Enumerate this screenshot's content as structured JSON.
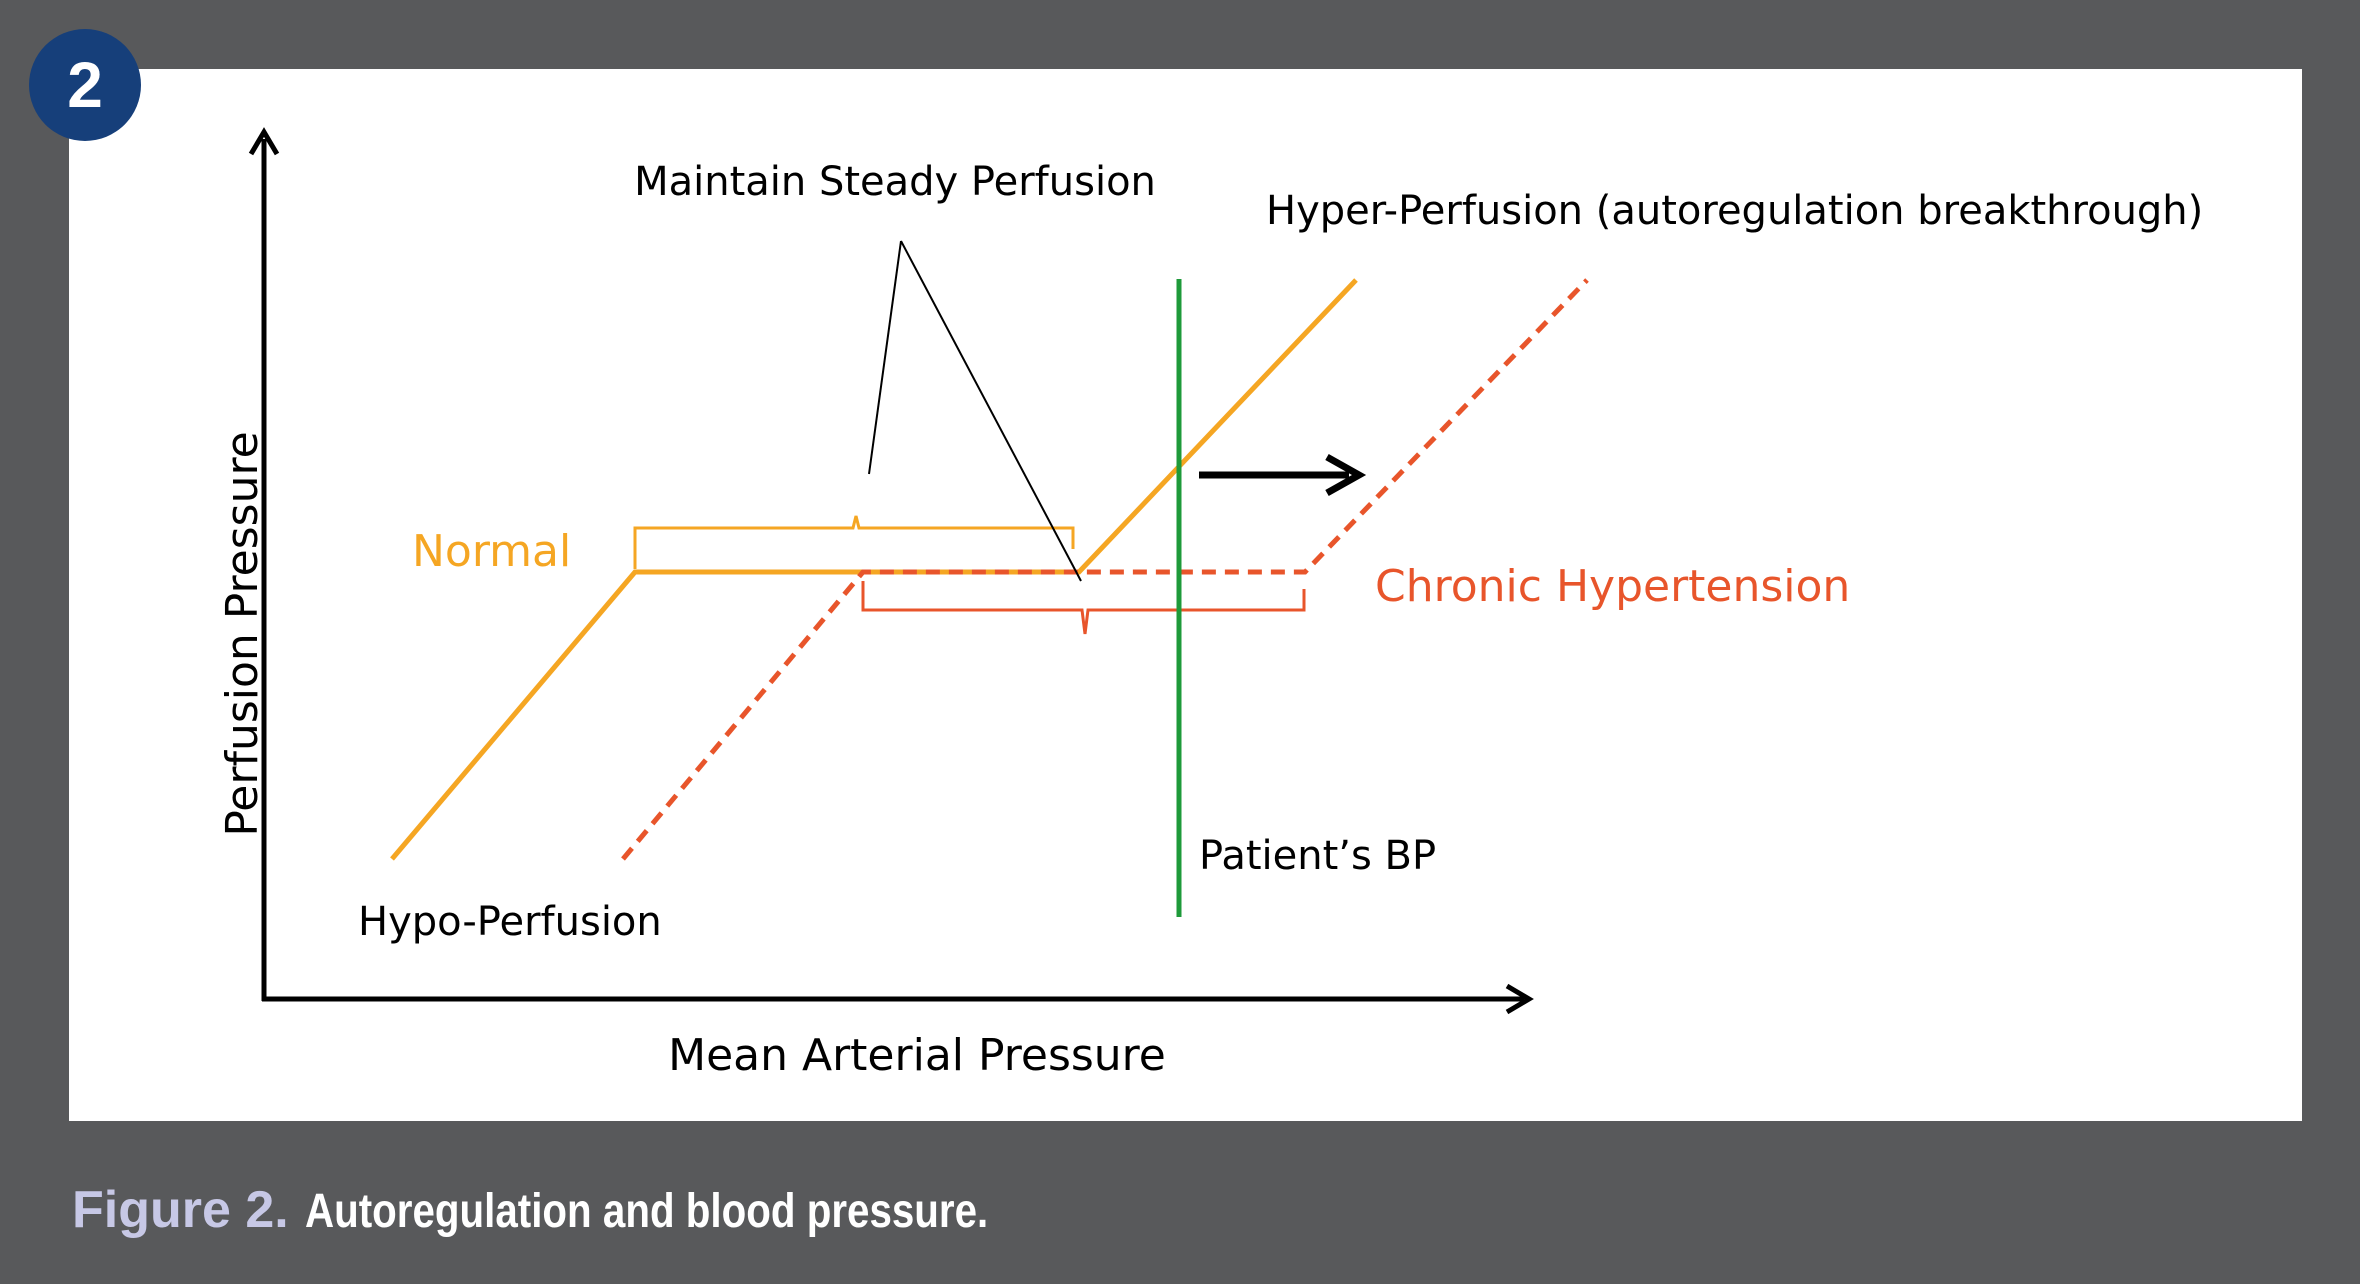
{
  "figure_number": "2",
  "caption": {
    "label": "Figure 2.",
    "text": "Autoregulation and blood pressure."
  },
  "diagram": {
    "y_axis_label": "Perfusion Pressure",
    "x_axis_label": "Mean Arterial Pressure",
    "steady_label": "Maintain Steady Perfusion",
    "hyper_label": "Hyper-Perfusion (autoregulation breakthrough)",
    "hypo_label": "Hypo-Perfusion",
    "normal_label": "Normal",
    "chronic_label": "Chronic Hypertension",
    "patient_label": "Patient’s BP"
  },
  "colors": {
    "normal": "#f5a623",
    "chronic": "#e8552b",
    "patient": "#1e9a3a",
    "badge": "#163f7a",
    "frame": "#58595b"
  }
}
